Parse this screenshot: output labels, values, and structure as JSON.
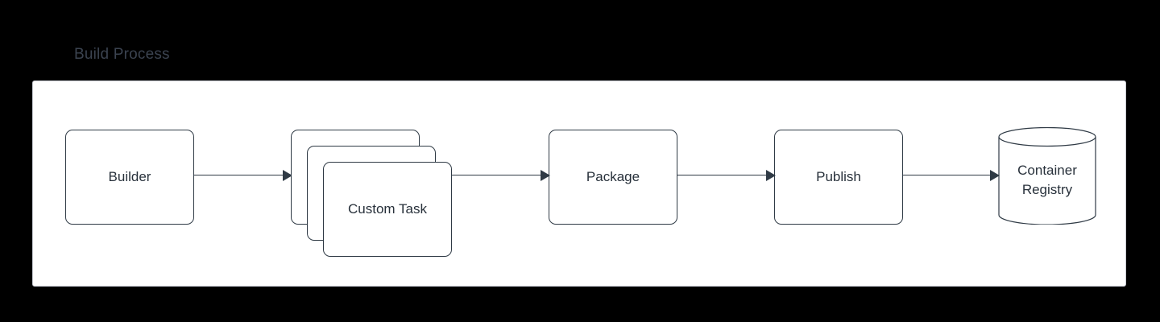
{
  "diagram": {
    "title": "Build Process",
    "title_color": "#3b4350",
    "panel_background": "#ffffff",
    "canvas_background": "#000000",
    "node_border_color": "#2f3a45",
    "node_text_color": "#28313b",
    "connector_color": "#2f3a45",
    "nodes": [
      {
        "id": "builder",
        "label": "Builder",
        "shape": "rounded-rectangle"
      },
      {
        "id": "custom-task",
        "label": "Custom Task",
        "shape": "stacked-rounded-rectangle",
        "stack_count": 3
      },
      {
        "id": "package",
        "label": "Package",
        "shape": "rounded-rectangle"
      },
      {
        "id": "publish",
        "label": "Publish",
        "shape": "rounded-rectangle"
      },
      {
        "id": "container-registry",
        "label_line_1": "Container",
        "label_line_2": "Registry",
        "shape": "cylinder"
      }
    ],
    "stack_cards": [
      {
        "label": "Custom Task"
      },
      {
        "label": "Custom Task"
      },
      {
        "label": "Custom Task"
      }
    ],
    "connectors": [
      {
        "from": "builder",
        "to": "custom-task",
        "style": "solid-arrow"
      },
      {
        "from": "custom-task",
        "to": "package",
        "style": "solid-arrow"
      },
      {
        "from": "package",
        "to": "publish",
        "style": "solid-arrow"
      },
      {
        "from": "publish",
        "to": "container-registry",
        "style": "solid-arrow"
      }
    ]
  }
}
